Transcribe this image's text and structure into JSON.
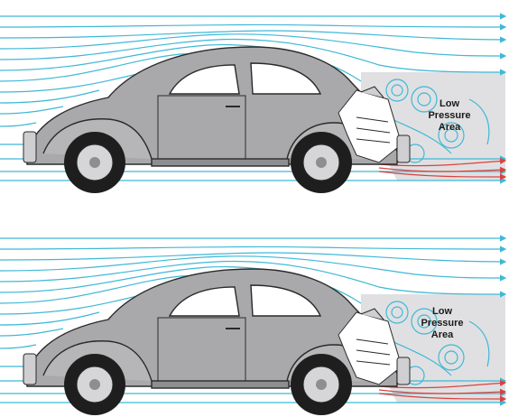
{
  "panels": [
    {
      "label_line1": "Low",
      "label_line2": "Pressure",
      "label_line3": "Area"
    },
    {
      "label_line1": "Low",
      "label_line2": "Pressure",
      "label_line3": "Area"
    }
  ],
  "colors": {
    "airflow": "#3fb8d6",
    "exhaust": "#d8433f",
    "car_body": "#a9a9ab",
    "car_outline": "#2a2a2a",
    "low_pressure_zone": "#e0e0e2",
    "tire": "#1e1e1e",
    "hubcap": "#d6d6d8"
  },
  "icons": {
    "vehicle": "beetle-car-icon",
    "engine": "engine-icon",
    "vortex": "vortex-icon"
  }
}
